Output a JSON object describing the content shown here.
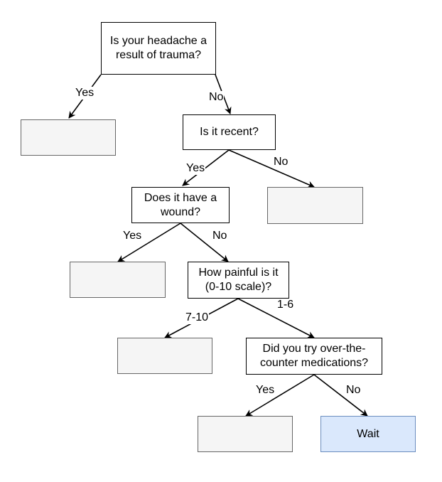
{
  "nodes": {
    "q_trauma": "Is your headache a\nresult of trauma?",
    "q_recent": "Is it recent?",
    "q_wound": "Does it have a\nwound?",
    "q_pain": "How painful is it\n(0-10 scale)?",
    "q_otc": "Did you try over-the-\ncounter medications?",
    "empty_trauma_yes": "",
    "empty_recent_no": "",
    "empty_wound_yes": "",
    "empty_pain_high": "",
    "empty_otc_yes": "",
    "wait": "Wait"
  },
  "edges": {
    "trauma_yes": "Yes",
    "trauma_no": "No",
    "recent_yes": "Yes",
    "recent_no": "No",
    "wound_yes": "Yes",
    "wound_no": "No",
    "pain_high": "7-10",
    "pain_low": "1-6",
    "otc_yes": "Yes",
    "otc_no": "No"
  },
  "colors": {
    "empty_fill": "#f5f5f5",
    "empty_stroke": "#666666",
    "wait_fill": "#dae8fc",
    "wait_stroke": "#6c8ebf"
  }
}
